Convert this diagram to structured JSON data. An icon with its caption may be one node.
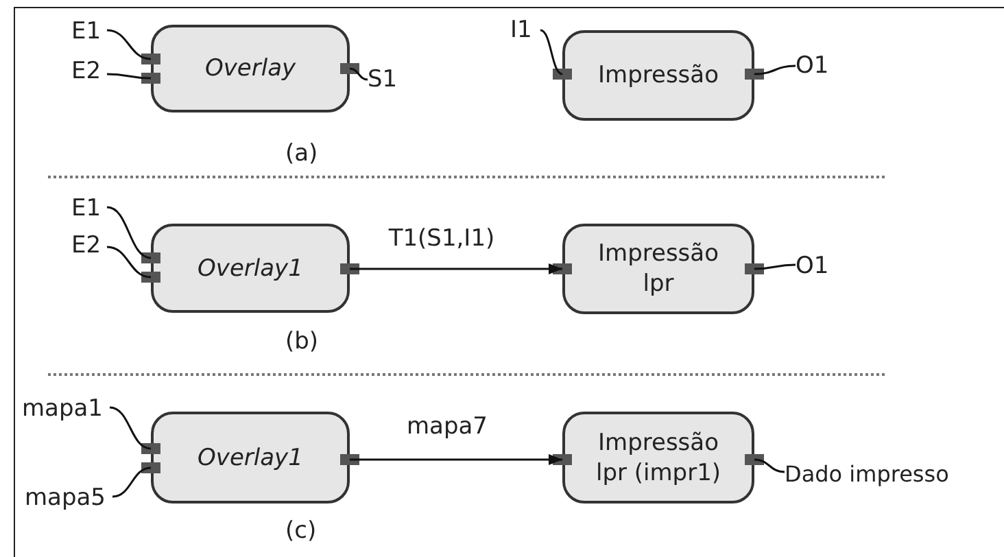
{
  "diagram": {
    "nodes": [
      {
        "text": [
          "E1"
        ]
      },
      {
        "text": [
          "E2"
        ]
      },
      {
        "text": [
          "Overlay"
        ]
      },
      {
        "text": [
          "S1"
        ]
      },
      {
        "text": [
          "I1"
        ]
      },
      {
        "text": [
          "Impressão"
        ]
      },
      {
        "text": [
          "O1"
        ]
      },
      {
        "text": [
          "E1"
        ]
      },
      {
        "text": [
          "E2"
        ]
      },
      {
        "text": [
          "Overlay1"
        ]
      },
      {
        "text": [
          "Impressão lpr"
        ]
      },
      {
        "text": [
          "O1"
        ]
      },
      {
        "text": [
          "mapa1"
        ]
      },
      {
        "text": [
          "mapa5"
        ]
      },
      {
        "text": [
          "Overlay1"
        ]
      },
      {
        "text": [
          "Impressão lpr (impr1)"
        ]
      },
      {
        "text": [
          "Dado impresso"
        ]
      }
    ],
    "edges": [
      {
        "from": 0,
        "to": 2,
        "arrow": "none"
      },
      {
        "from": 1,
        "to": 2,
        "arrow": "none"
      },
      {
        "from": 2,
        "to": 3,
        "arrow": "none"
      },
      {
        "from": 4,
        "to": 5,
        "arrow": "none"
      },
      {
        "from": 5,
        "to": 6,
        "arrow": "none"
      },
      {
        "from": 7,
        "to": 9,
        "arrow": "none"
      },
      {
        "from": 8,
        "to": 9,
        "arrow": "none"
      },
      {
        "from": 9,
        "to": 10,
        "arrow": "to",
        "label": "T1(S1,I1)"
      },
      {
        "from": 10,
        "to": 11,
        "arrow": "none"
      },
      {
        "from": 12,
        "to": 14,
        "arrow": "none"
      },
      {
        "from": 13,
        "to": 14,
        "arrow": "none"
      },
      {
        "from": 14,
        "to": 15,
        "arrow": "to",
        "label": "mapa7"
      },
      {
        "from": 15,
        "to": 16,
        "arrow": "none"
      }
    ],
    "labels": [
      "(a)",
      "(b)",
      "(c)"
    ]
  }
}
